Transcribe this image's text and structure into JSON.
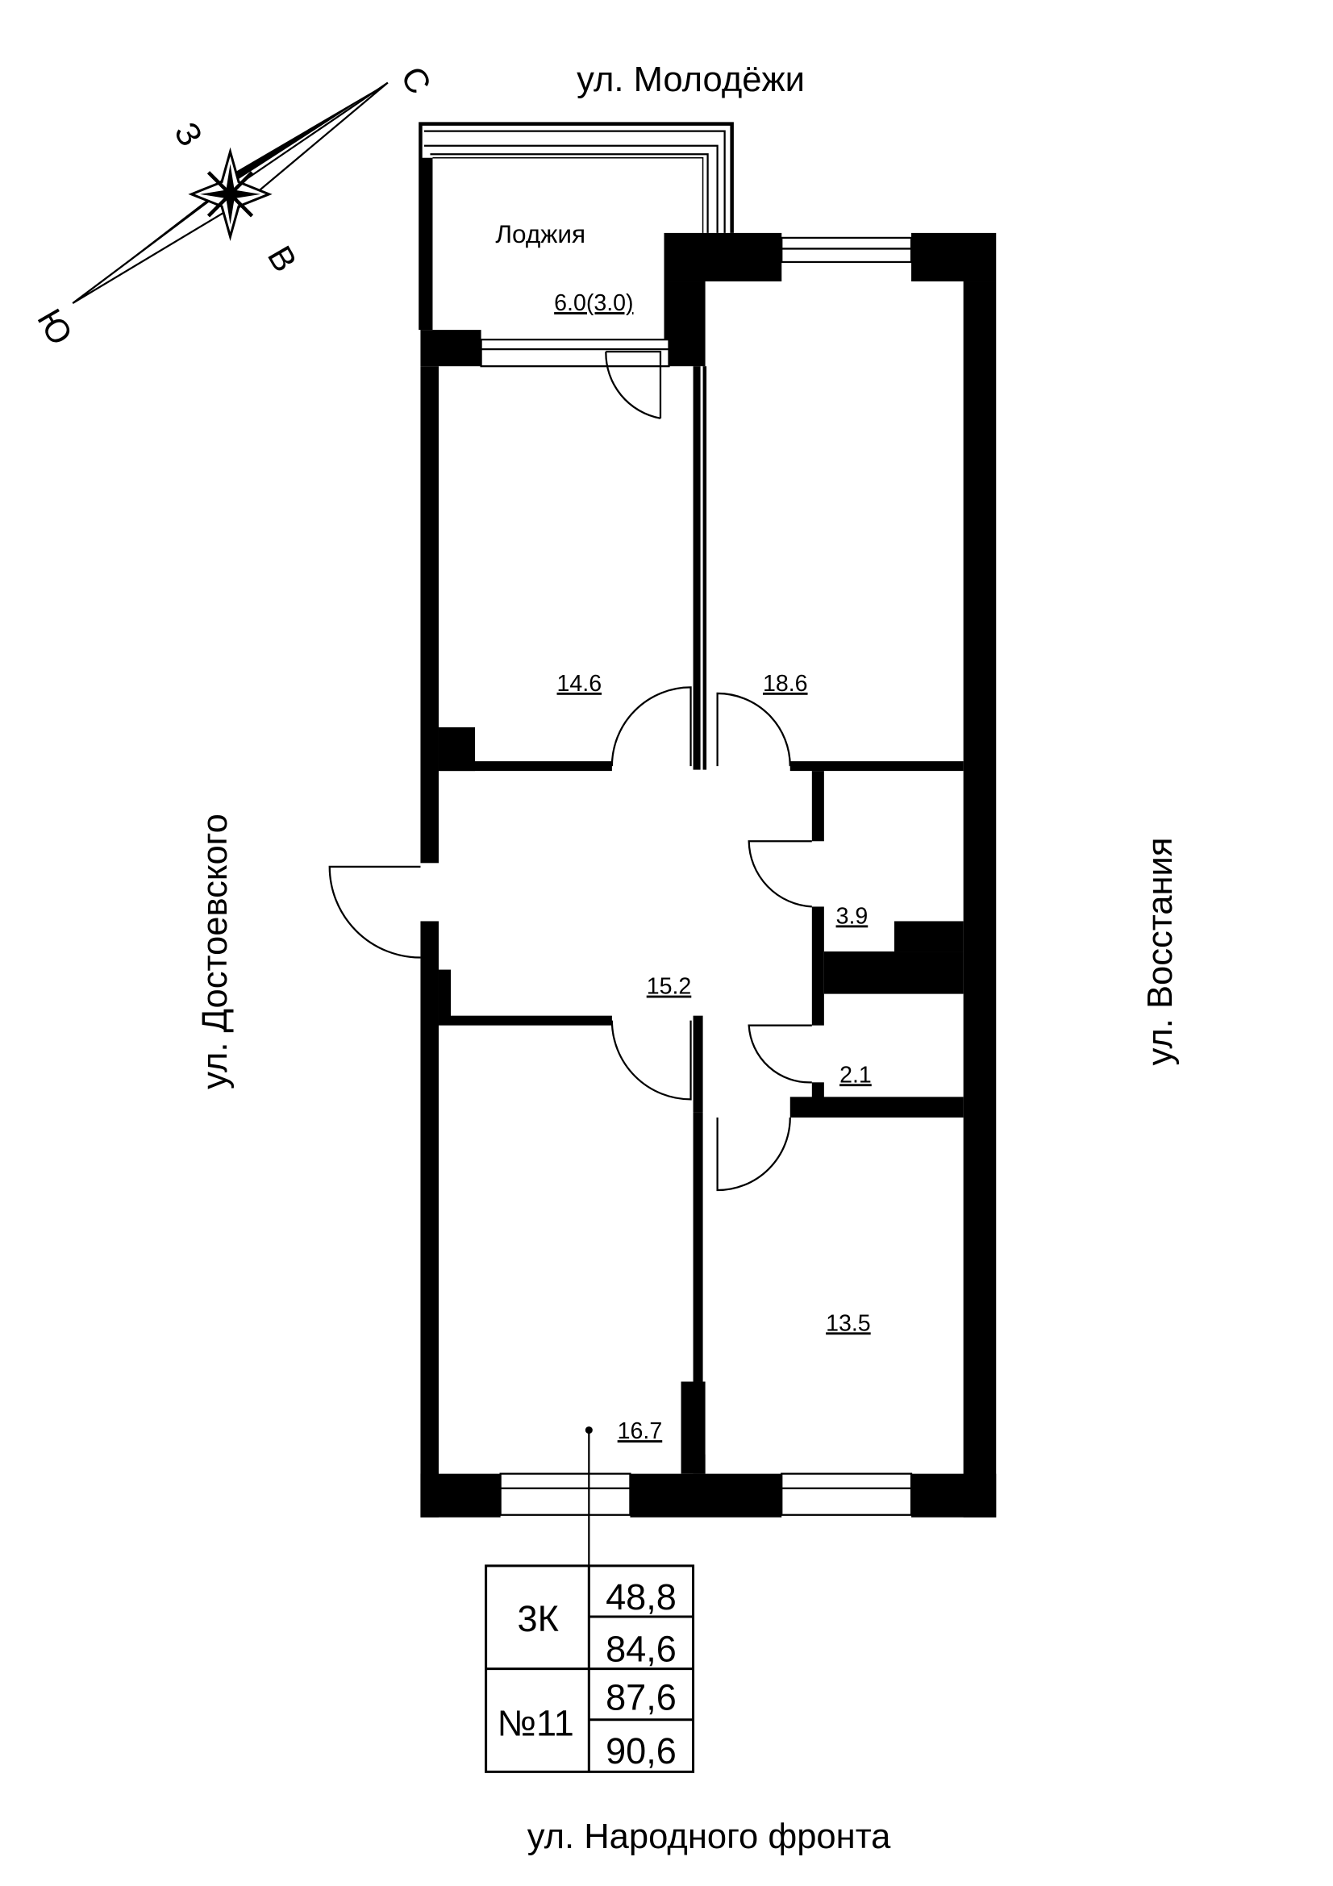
{
  "streets": {
    "north": "ул. Молодёжи",
    "south": "ул. Народного фронта",
    "west": "ул. Достоевского",
    "east": "ул. Восстания"
  },
  "compass": {
    "north": "С",
    "south": "Ю",
    "west": "З",
    "east": "В"
  },
  "rooms": {
    "loggia_label": "Лоджия",
    "loggia_area": "6.0(3.0)",
    "bedroom_top_left": "14.6",
    "bedroom_top_right": "18.6",
    "hallway": "15.2",
    "bathroom": "3.9",
    "toilet": "2.1",
    "bedroom_bottom_left": "16.7",
    "bedroom_bottom_right": "13.5"
  },
  "info_table": {
    "type": "3К",
    "number": "№11",
    "living_area": "48,8",
    "total_area": "84,6",
    "area_with_loggia_reduced": "87,6",
    "area_with_loggia_full": "90,6"
  }
}
